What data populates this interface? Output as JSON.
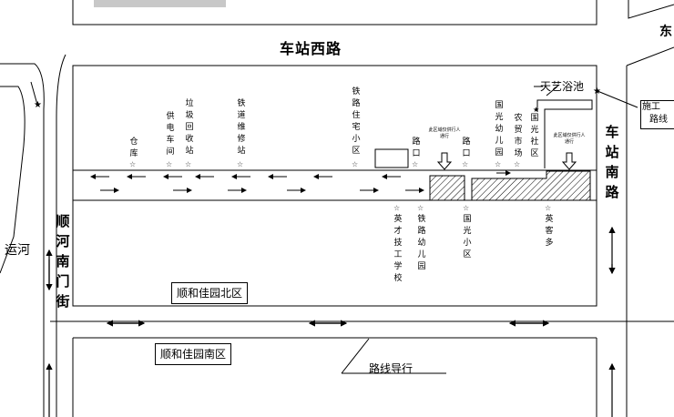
{
  "roads": {
    "top": "车站西路",
    "left": "顺河南门街",
    "right": "车站南路",
    "far_left": "运河",
    "top_right_fragment": "东"
  },
  "places": [
    {
      "id": "cangku",
      "text": "仓库"
    },
    {
      "id": "gongdian",
      "text": "供电车间"
    },
    {
      "id": "laji",
      "text": "垃圾回收站"
    },
    {
      "id": "tiedao",
      "text": "铁道维修站"
    },
    {
      "id": "zhuzhai",
      "text": "铁路住宅小区"
    },
    {
      "id": "lukou1",
      "text": "路口"
    },
    {
      "id": "lukou2",
      "text": "路口"
    },
    {
      "id": "guoguang_you",
      "text": "国光幼儿园"
    },
    {
      "id": "nongmao",
      "text": "农贸市场"
    },
    {
      "id": "guoguang_she",
      "text": "国光社区"
    },
    {
      "id": "yingcai",
      "text": "英才技工学校"
    },
    {
      "id": "tielu_you",
      "text": "铁路幼儿园"
    },
    {
      "id": "guoguang_xiao",
      "text": "国光小区"
    },
    {
      "id": "yingkeduo",
      "text": "英客多"
    }
  ],
  "notices": {
    "left": "此区域仅供行人通行",
    "right": "此区域仅供行人通行"
  },
  "labels": {
    "bath": "天艺浴池",
    "construction_1": "施工",
    "construction_2": "路线",
    "north_district": "顺和佳园北区",
    "south_district": "顺和佳园南区",
    "guide": "路线导行"
  },
  "star": "☆"
}
